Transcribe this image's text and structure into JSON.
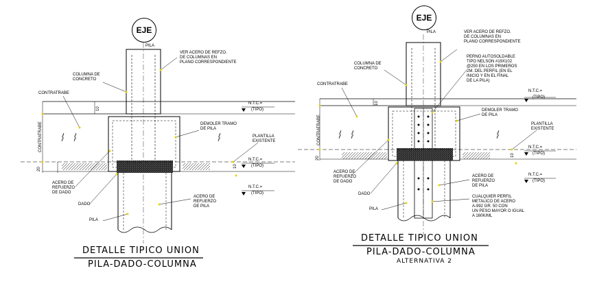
{
  "left": {
    "eje": "EJE",
    "pila_top": "PILA",
    "ver_acero": "VER ACERO DE REFZO.\nDE COLUMNAS EN\nPLANO CORRESPONDIENTE",
    "columna": "COLUMNA DE\nCONCRETO",
    "contratrabe": "CONTRATRABE",
    "contratrabe_v": "CONTRATRABE",
    "dim_10": "10",
    "dim_20": "20",
    "ntc1": "N.T.C.=",
    "tipo1": "(TIPO)",
    "demoler": "DEMOLER TRAMO\nDE PILA",
    "plantilla": "PLANTILLA\nEXISTENTE",
    "ntc2": "N.T.C.=",
    "tipo2": "(TIPO)",
    "dim_10b": "10",
    "acero_dado": "ACERO DE\nREFUERZO\nDE DADO",
    "dado": "DADO",
    "ntc3": "N.T.C.=",
    "tipo3": "(TIPO)",
    "acero_pila": "ACERO DE\nREFUERZO\nDE PILA",
    "pila": "PILA",
    "title1": "DETALLE TIPICO UNION",
    "title2": "PILA-DADO-COLUMNA"
  },
  "right": {
    "eje": "EJE",
    "pila_top": "PILA",
    "ver_acero": "VER ACERO DE REFZO.\nDE COLUMNAS EN\nPLANO CORRESPONDIENTE",
    "perno": "PERNO AUTOSOLDABLE\nTIPO NELSON #19X102\n@250 EN LOS PRIMEROS\n2m. DEL PERFIL (EN EL\nINICIO Y EN EL FINAL\nDE LA PILA)",
    "columna": "COLUMNA DE\nCONCRETO",
    "contratrabe": "CONTRATRABE",
    "contratrabe_v": "CONTRATRABE",
    "dim_10": "10",
    "dim_20": "20",
    "ntc1": "N.T.C.=",
    "tipo1": "(TIPO)",
    "demoler": "DEMOLER TRAMO\nDE PILA",
    "plantilla": "PLANTILLA\nEXISTENTE",
    "ntc2": "N.T.C.=",
    "tipo2": "(TIPO)",
    "dim_10b": "10",
    "acero_dado": "ACERO DE\nREFUERZO\nDE DADO",
    "dado": "DADO",
    "ntc3": "N.T.C.=",
    "tipo3": "(TIPO)",
    "acero_pila": "ACERO DE\nREFUERZO\nDE PILA",
    "perfil": "CUALQUIER PERFIL\nMETALICO DE ACERO\nA-992 Gr. 50 CON\nUN PESO MAYOR O IGUAL\nA 160k/ml",
    "pila": "PILA",
    "title1": "DETALLE TIPICO UNION",
    "title2": "PILA-DADO-COLUMNA",
    "title3": "ALTERNATIVA 2"
  }
}
